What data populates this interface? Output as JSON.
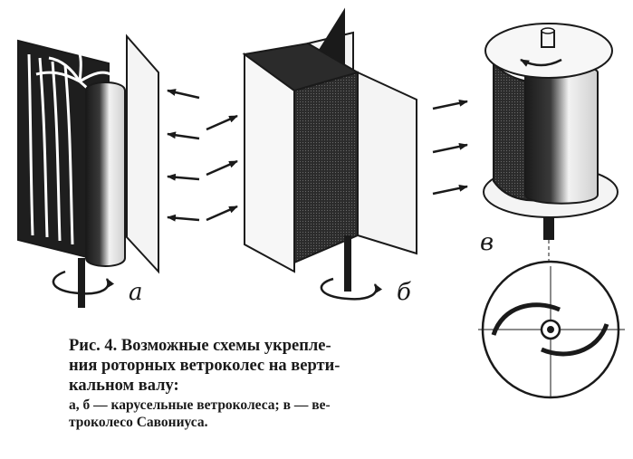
{
  "labels": {
    "a": "а",
    "b": "б",
    "v": "в"
  },
  "caption": {
    "line1": "Рис. 4. Возможные схемы укрепле-",
    "line2": "ния роторных ветроколес на верти-",
    "line3": "кальном валу:",
    "line4": "а, б — карусельные ветроколеса; в — ве-",
    "line5": "троколесо Савониуса."
  },
  "colors": {
    "ink": "#1a1a1a",
    "paper": "#ffffff",
    "shade": "#2b2b2b"
  }
}
